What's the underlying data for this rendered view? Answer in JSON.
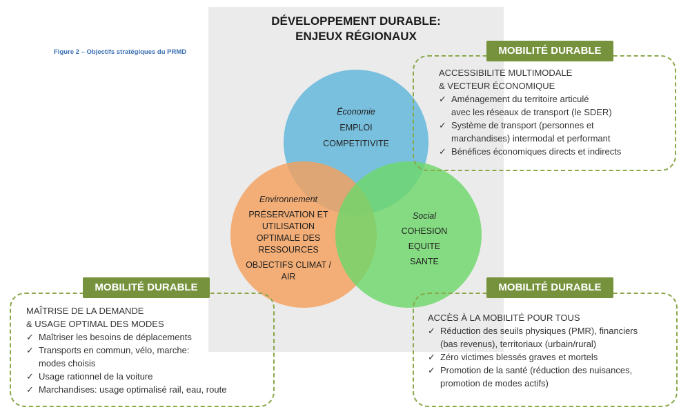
{
  "title": {
    "line1": "DÉVELOPPEMENT  DURABLE:",
    "line2": "ENJEUX RÉGIONAUX"
  },
  "figure_caption": "Figure 2 – Objectifs stratégiques du PRMD",
  "colors": {
    "economie": "#5fb6db",
    "environnement": "#f4a05d",
    "social": "#6ed76a",
    "badge": "#76923c",
    "dashed_border": "#8aa84a",
    "panel": "#ebebeb"
  },
  "circles": {
    "economie": {
      "label": "Économie",
      "lines": [
        "EMPLOI",
        "COMPETITIVITE"
      ]
    },
    "environnement": {
      "label": "Environnement",
      "lines": [
        "PRÉSERVATION ET",
        "UTILISATION",
        "OPTIMALE DES",
        "RESSOURCES"
      ],
      "lines2": [
        "OBJECTIFS CLIMAT /",
        "AIR"
      ]
    },
    "social": {
      "label": "Social",
      "lines": [
        "COHESION",
        "EQUITE",
        "SANTE"
      ]
    }
  },
  "boxes": {
    "top_right": {
      "badge": "MOBILITÉ DURABLE",
      "heading": [
        "ACCESSIBILITE  MULTIMODALE",
        "& VECTEUR ÉCONOMIQUE"
      ],
      "items": [
        [
          "Aménagement du territoire articulé",
          "avec les réseaux de transport (le SDER)"
        ],
        [
          "Système de transport (personnes et",
          "marchandises) intermodal et performant"
        ],
        [
          "Bénéfices économiques directs et indirects"
        ]
      ]
    },
    "bottom_left": {
      "badge": "MOBILITÉ DURABLE",
      "heading": [
        "MAÎTRISE DE LA DEMANDE",
        "& USAGE OPTIMAL DES MODES"
      ],
      "items": [
        [
          "Maîtriser les besoins de déplacements"
        ],
        [
          "Transports en commun, vélo, marche:",
          "modes choisis"
        ],
        [
          "Usage rationnel de la voiture"
        ],
        [
          "Marchandises: usage optimalisé rail, eau, route"
        ]
      ]
    },
    "bottom_right": {
      "badge": "MOBILITÉ DURABLE",
      "heading": [
        "ACCÈS À LA MOBILITÉ POUR TOUS"
      ],
      "items": [
        [
          "Réduction des seuils physiques (PMR), financiers",
          "(bas revenus), territoriaux (urbain/rural)"
        ],
        [
          "Zéro victimes blessés graves et mortels"
        ],
        [
          "Promotion de la santé (réduction des nuisances,",
          "promotion de modes actifs)"
        ]
      ]
    }
  }
}
